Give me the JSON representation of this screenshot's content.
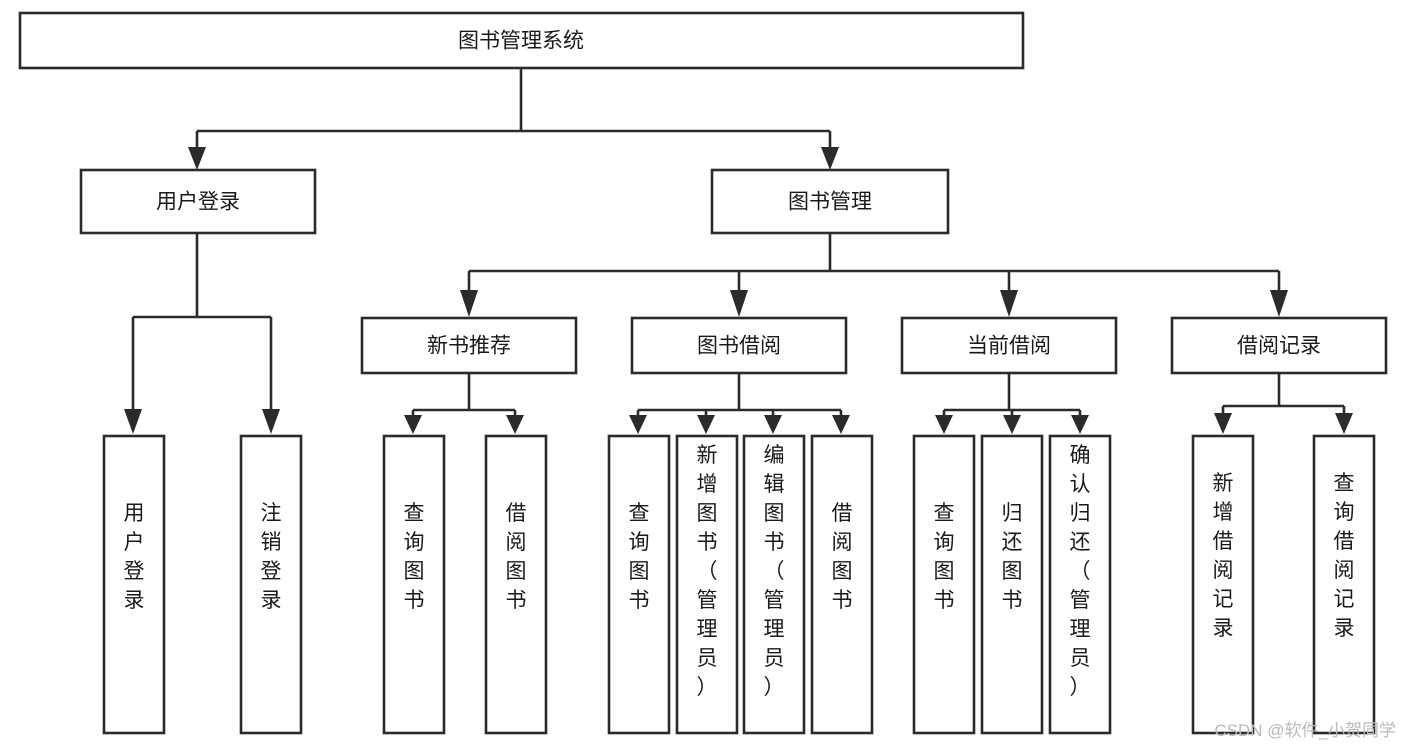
{
  "diagram": {
    "title": "图书管理系统",
    "type": "tree-hierarchy-diagram",
    "colors": {
      "box_stroke": "#2b2b2b",
      "box_fill": "#ffffff",
      "text": "#1a1a1a",
      "watermark": "#b9b9b9",
      "background": "#ffffff"
    },
    "nodes": {
      "root": {
        "label": "图书管理系统"
      },
      "level1": [
        {
          "id": "user-login",
          "label": "用户登录"
        },
        {
          "id": "book-management",
          "label": "图书管理"
        }
      ],
      "level2": [
        {
          "id": "new-book-recommend",
          "label": "新书推荐"
        },
        {
          "id": "book-borrow",
          "label": "图书借阅"
        },
        {
          "id": "current-borrow",
          "label": "当前借阅"
        },
        {
          "id": "borrow-record",
          "label": "借阅记录"
        }
      ],
      "leaves": {
        "user_login": [
          {
            "id": "leaf-user-login",
            "label": "用户登录"
          },
          {
            "id": "leaf-logout-login",
            "label": "注销登录"
          }
        ],
        "new_book_recommend": [
          {
            "id": "leaf-query-book-1",
            "label": "查询图书"
          },
          {
            "id": "leaf-borrow-book-1",
            "label": "借阅图书"
          }
        ],
        "book_borrow": [
          {
            "id": "leaf-query-book-2",
            "label": "查询图书"
          },
          {
            "id": "leaf-add-book",
            "label": "新增图书（管理员）"
          },
          {
            "id": "leaf-edit-book",
            "label": "编辑图书（管理员）"
          },
          {
            "id": "leaf-borrow-book-2",
            "label": "借阅图书"
          }
        ],
        "current_borrow": [
          {
            "id": "leaf-query-book-3",
            "label": "查询图书"
          },
          {
            "id": "leaf-return-book",
            "label": "归还图书"
          },
          {
            "id": "leaf-confirm-return",
            "label": "确认归还（管理员）"
          }
        ],
        "borrow_record": [
          {
            "id": "leaf-add-borrow-record",
            "label": "新增借阅记录"
          },
          {
            "id": "leaf-query-borrow-record",
            "label": "查询借阅记录"
          }
        ]
      }
    },
    "watermark": "CSDN @软件_小贺同学"
  }
}
